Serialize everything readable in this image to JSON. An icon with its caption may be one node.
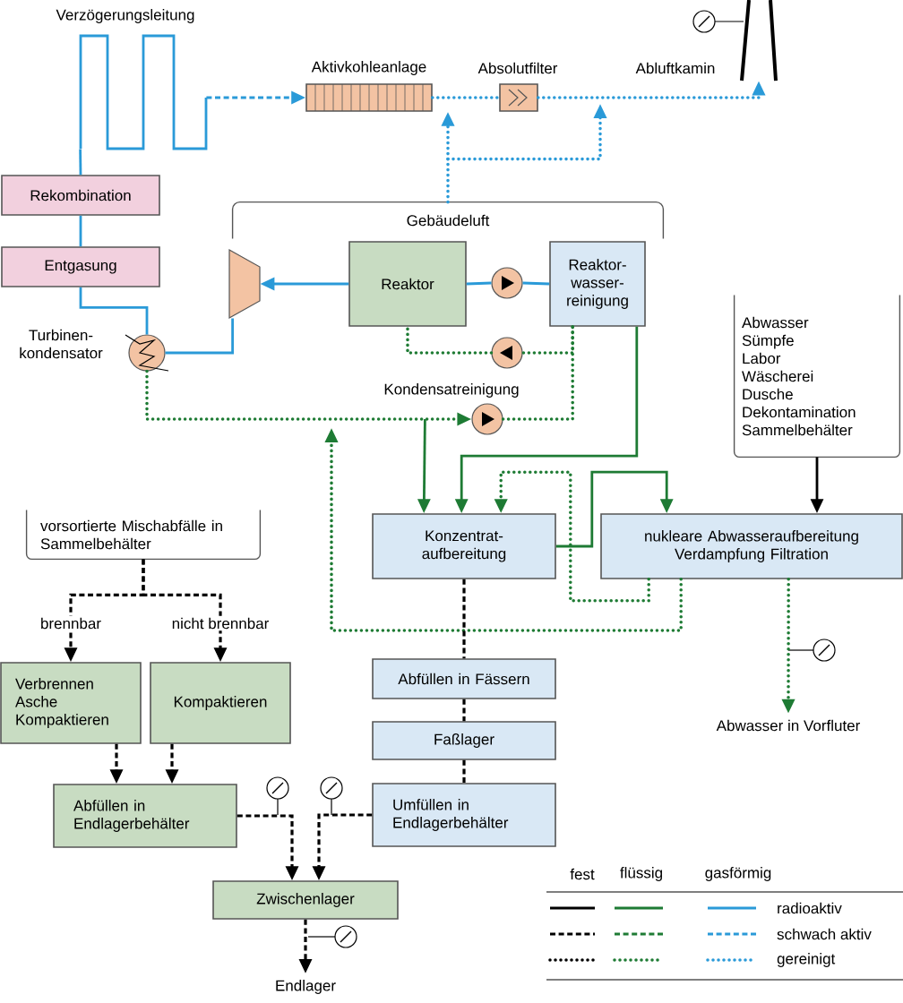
{
  "diagram": {
    "nodes": [
      {
        "text": [
          "Verzögerungsleitung"
        ]
      },
      {
        "text": [
          "Aktivkohleanlage"
        ]
      },
      {
        "text": [
          "Absolutfilter"
        ]
      },
      {
        "text": [
          "Abluftkamin"
        ]
      },
      {
        "text": [
          "Rekombination"
        ]
      },
      {
        "text": [
          "Entgasung"
        ]
      },
      {
        "text": [
          "Gebäudeluft"
        ]
      },
      {
        "text": [],
        "shape": "trapezoid"
      },
      {
        "text": [
          "Reaktor"
        ]
      },
      {
        "text": [],
        "shape": "circle"
      },
      {
        "text": [
          "Reaktor- wasser- reinigung"
        ]
      },
      {
        "text": [
          "Turbinen- kondensator"
        ]
      },
      {
        "text": [],
        "shape": "circle"
      },
      {
        "text": [],
        "shape": "circle",
        "beside": [
          "Kondensatreinigung"
        ]
      },
      {
        "text": [
          "Abwasser",
          "Sümpfe",
          "Labor",
          "Wäscherei",
          "Dusche",
          "Dekontamination",
          "Sammelbehälter"
        ]
      },
      {
        "text": [
          "vorsortierte Mischabfälle in Sammelbehälter"
        ]
      },
      {
        "text": [
          "Konzentrat- aufbereitung"
        ]
      },
      {
        "text": [
          "nukleare Abwasseraufbereitung",
          "Verdampfung Filtration"
        ]
      },
      {
        "text": [
          "Verbrennen Asche Kompaktieren"
        ]
      },
      {
        "text": [
          "Kompaktieren"
        ]
      },
      {
        "text": [
          "Abfüllen in Fässern"
        ]
      },
      {
        "text": [
          "Abwasser in Vorfluter"
        ]
      },
      {
        "text": [
          "Faßlager"
        ]
      },
      {
        "text": [
          "Abfüllen in Endlagerbehälter"
        ]
      },
      {
        "text": [
          "Umfüllen in Endlagerbehälter"
        ]
      },
      {
        "text": [
          "Zwischenlager"
        ]
      },
      {
        "text": [
          "Endlager"
        ]
      }
    ],
    "edges": [
      {
        "from": 4,
        "to": 0,
        "arrow": "none",
        "color": "#2a9ad8"
      },
      {
        "from": 0,
        "to": 1,
        "arrow": "to",
        "style": "dashed",
        "color": "#2a9ad8"
      },
      {
        "from": 1,
        "to": 2,
        "arrow": "none",
        "style": "dashed",
        "color": "#2a9ad8"
      },
      {
        "from": 2,
        "to": 3,
        "arrow": "to",
        "style": "dashed",
        "color": "#2a9ad8"
      },
      {
        "from": 6,
        "to": 1,
        "arrow": "to",
        "style": "dashed",
        "color": "#2a9ad8"
      },
      {
        "from": 6,
        "to": null,
        "arrow": "to",
        "style": "dashed",
        "color": "#2a9ad8"
      },
      {
        "from": 5,
        "to": 4,
        "arrow": "none",
        "color": "#2a9ad8"
      },
      {
        "from": 11,
        "to": 5,
        "arrow": "none",
        "color": "#2a9ad8"
      },
      {
        "from": 8,
        "to": 7,
        "arrow": "to",
        "color": "#2a9ad8"
      },
      {
        "from": 7,
        "to": 11,
        "arrow": "none",
        "color": "#2a9ad8"
      },
      {
        "from": 8,
        "to": 9,
        "arrow": "none",
        "color": "#2a9ad8"
      },
      {
        "from": 9,
        "to": 10,
        "arrow": "none",
        "color": "#2a9ad8"
      },
      {
        "from": 10,
        "to": 12,
        "arrow": "none",
        "style": "dashed",
        "color": "#1e7b34"
      },
      {
        "from": 12,
        "to": 8,
        "arrow": "none",
        "style": "dashed",
        "color": "#1e7b34"
      },
      {
        "from": 11,
        "to": 13,
        "arrow": "to",
        "style": "dashed",
        "color": "#1e7b34"
      },
      {
        "from": 13,
        "to": 10,
        "arrow": "none",
        "style": "dashed",
        "color": "#1e7b34"
      },
      {
        "from": 13,
        "to": 16,
        "arrow": "to",
        "color": "#1e7b34"
      },
      {
        "from": 17,
        "to": null,
        "arrow": "to",
        "style": "dashed",
        "color": "#1e7b34"
      },
      {
        "from": 10,
        "to": 16,
        "arrow": "to",
        "color": "#1e7b34"
      },
      {
        "from": 17,
        "to": 16,
        "arrow": "to",
        "style": "dashed",
        "color": "#1e7b34"
      },
      {
        "from": 16,
        "to": 17,
        "arrow": "to",
        "color": "#1e7b34"
      },
      {
        "from": 14,
        "to": 17,
        "arrow": "to",
        "color": "#000000"
      },
      {
        "from": 17,
        "to": 21,
        "arrow": "to",
        "style": "dashed",
        "color": "#1e7b34"
      },
      {
        "from": 16,
        "to": 20,
        "arrow": "none",
        "style": "dashed",
        "color": "#000000"
      },
      {
        "from": 20,
        "to": 22,
        "arrow": "none",
        "style": "dashed",
        "color": "#000000"
      },
      {
        "from": 22,
        "to": 24,
        "arrow": "none",
        "style": "dashed",
        "color": "#000000"
      },
      {
        "from": 15,
        "to": 18,
        "arrow": "to",
        "style": "dashed",
        "color": "#000000",
        "label": "brennbar"
      },
      {
        "from": 15,
        "to": 19,
        "arrow": "to",
        "style": "dashed",
        "color": "#000000",
        "label": "nicht brennbar"
      },
      {
        "from": 18,
        "to": 23,
        "arrow": "to",
        "style": "dashed",
        "color": "#000000"
      },
      {
        "from": 19,
        "to": 23,
        "arrow": "to",
        "style": "dashed",
        "color": "#000000"
      },
      {
        "from": 23,
        "to": 25,
        "arrow": "to",
        "style": "dashed",
        "color": "#000000"
      },
      {
        "from": 24,
        "to": 25,
        "arrow": "to",
        "style": "dashed",
        "color": "#000000"
      },
      {
        "from": 25,
        "to": 26,
        "arrow": "to",
        "style": "dashed",
        "color": "#000000"
      }
    ],
    "labels": [
      "fest",
      "flüssig",
      "gasförmig"
    ],
    "legend": [
      {
        "text": "radioaktiv"
      },
      {
        "text": "schwach aktiv"
      },
      {
        "text": "gereinigt"
      }
    ]
  }
}
